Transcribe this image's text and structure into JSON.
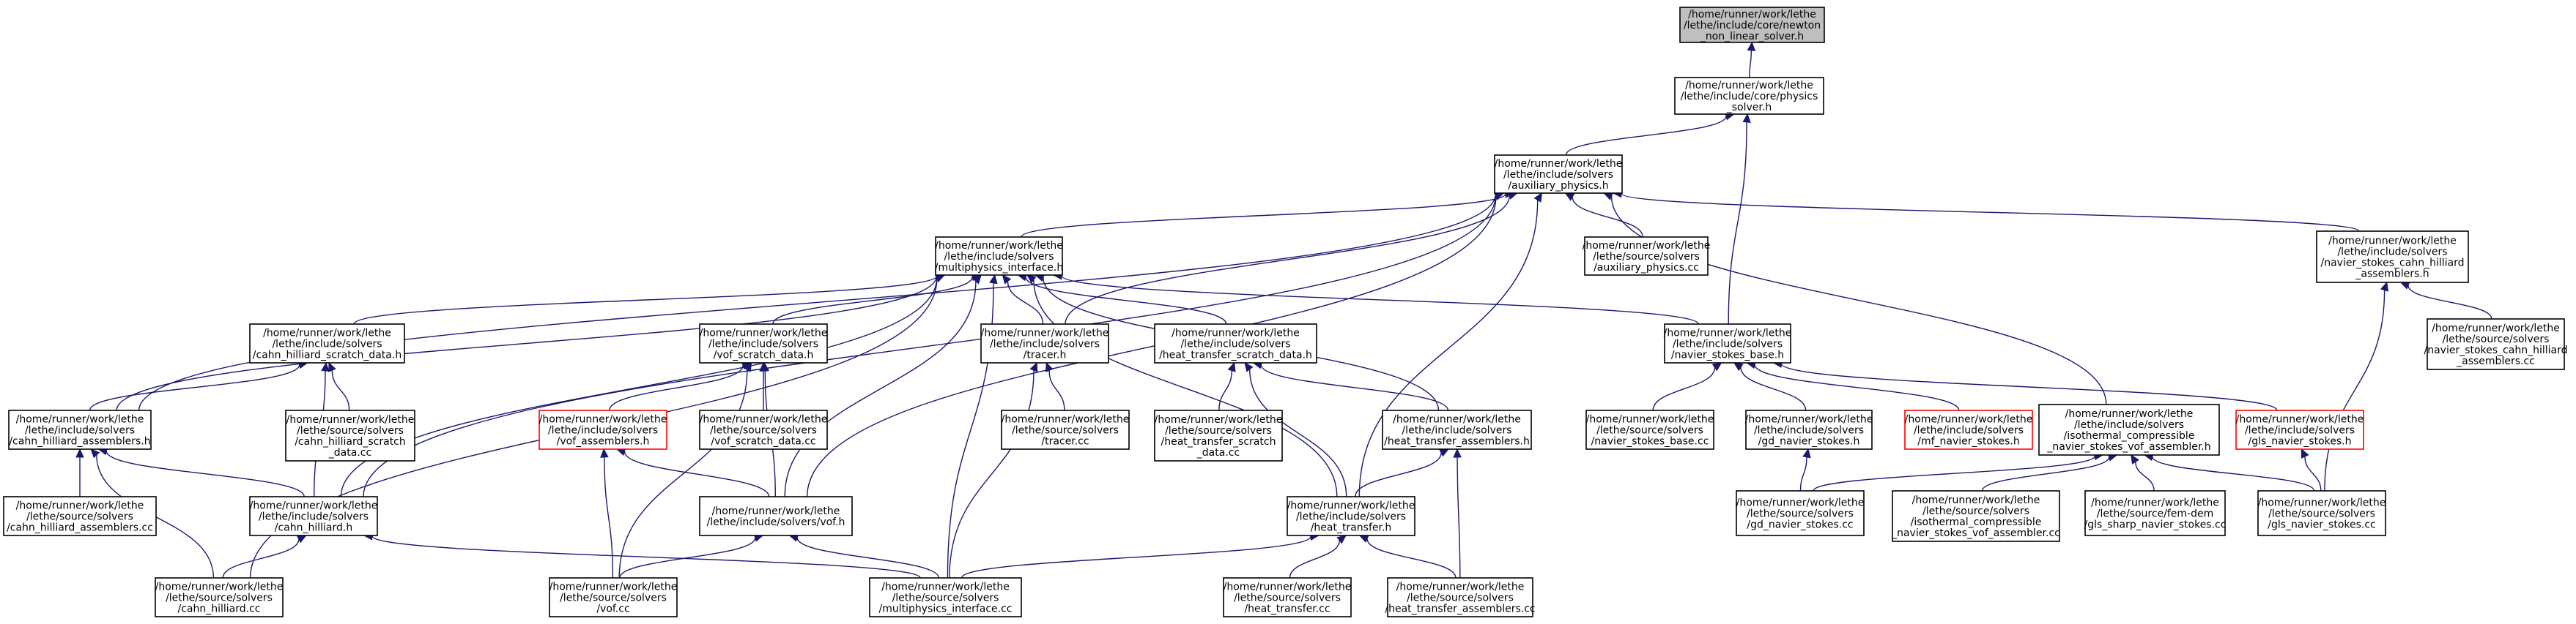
{
  "colors": {
    "edge": "#191970",
    "node_border": "#000000",
    "node_border_incomplete": "#ff0000",
    "root_fill": "#bfbfbf",
    "node_fill": "#ffffff"
  },
  "nodes": [
    {
      "id": "newton",
      "lines": [
        "/home/runner/work/lethe",
        "/lethe/include/core/newton",
        "_non_linear_solver.h"
      ],
      "root": true
    },
    {
      "id": "physics_solver",
      "lines": [
        "/home/runner/work/lethe",
        "/lethe/include/core/physics",
        "_solver.h"
      ]
    },
    {
      "id": "auxiliary_physics_h",
      "lines": [
        "/home/runner/work/lethe",
        "/lethe/include/solvers",
        "/auxiliary_physics.h"
      ]
    },
    {
      "id": "multiphysics_interface_h",
      "lines": [
        "/home/runner/work/lethe",
        "/lethe/include/solvers",
        "/multiphysics_interface.h"
      ]
    },
    {
      "id": "auxiliary_physics_cc",
      "lines": [
        "/home/runner/work/lethe",
        "/lethe/source/solvers",
        "/auxiliary_physics.cc"
      ]
    },
    {
      "id": "nsch_assemblers_h",
      "lines": [
        "/home/runner/work/lethe",
        "/lethe/include/solvers",
        "/navier_stokes_cahn_hilliard",
        "_assemblers.h"
      ]
    },
    {
      "id": "nsch_assemblers_cc",
      "lines": [
        "/home/runner/work/lethe",
        "/lethe/source/solvers",
        "/navier_stokes_cahn_hilliard",
        "_assemblers.cc"
      ]
    },
    {
      "id": "ch_scratch_data_h",
      "lines": [
        "/home/runner/work/lethe",
        "/lethe/include/solvers",
        "/cahn_hilliard_scratch_data.h"
      ]
    },
    {
      "id": "vof_scratch_data_h",
      "lines": [
        "/home/runner/work/lethe",
        "/lethe/include/solvers",
        "/vof_scratch_data.h"
      ]
    },
    {
      "id": "tracer_h",
      "lines": [
        "/home/runner/work/lethe",
        "/lethe/include/solvers",
        "/tracer.h"
      ]
    },
    {
      "id": "ht_scratch_data_h",
      "lines": [
        "/home/runner/work/lethe",
        "/lethe/include/solvers",
        "/heat_transfer_scratch_data.h"
      ]
    },
    {
      "id": "ns_base_h",
      "lines": [
        "/home/runner/work/lethe",
        "/lethe/include/solvers",
        "/navier_stokes_base.h"
      ]
    },
    {
      "id": "ch_assemblers_h",
      "lines": [
        "/home/runner/work/lethe",
        "/lethe/include/solvers",
        "/cahn_hilliard_assemblers.h"
      ]
    },
    {
      "id": "ch_scratch_data_cc",
      "lines": [
        "/home/runner/work/lethe",
        "/lethe/source/solvers",
        "/cahn_hilliard_scratch",
        "_data.cc"
      ]
    },
    {
      "id": "vof_assemblers_h",
      "lines": [
        "/home/runner/work/lethe",
        "/lethe/include/solvers",
        "/vof_assemblers.h"
      ],
      "incomplete": true
    },
    {
      "id": "vof_scratch_data_cc",
      "lines": [
        "/home/runner/work/lethe",
        "/lethe/source/solvers",
        "/vof_scratch_data.cc"
      ]
    },
    {
      "id": "tracer_cc",
      "lines": [
        "/home/runner/work/lethe",
        "/lethe/source/solvers",
        "/tracer.cc"
      ]
    },
    {
      "id": "ht_scratch_data_cc",
      "lines": [
        "/home/runner/work/lethe",
        "/lethe/source/solvers",
        "/heat_transfer_scratch",
        "_data.cc"
      ]
    },
    {
      "id": "ht_assemblers_h",
      "lines": [
        "/home/runner/work/lethe",
        "/lethe/include/solvers",
        "/heat_transfer_assemblers.h"
      ]
    },
    {
      "id": "ns_base_cc",
      "lines": [
        "/home/runner/work/lethe",
        "/lethe/source/solvers",
        "/navier_stokes_base.cc"
      ]
    },
    {
      "id": "gd_ns_h",
      "lines": [
        "/home/runner/work/lethe",
        "/lethe/include/solvers",
        "/gd_navier_stokes.h"
      ]
    },
    {
      "id": "mf_ns_h",
      "lines": [
        "/home/runner/work/lethe",
        "/lethe/include/solvers",
        "/mf_navier_stokes.h"
      ],
      "incomplete": true
    },
    {
      "id": "iso_vof_h",
      "lines": [
        "/home/runner/work/lethe",
        "/lethe/include/solvers",
        "/isothermal_compressible",
        "_navier_stokes_vof_assembler.h"
      ]
    },
    {
      "id": "gls_ns_h",
      "lines": [
        "/home/runner/work/lethe",
        "/lethe/include/solvers",
        "/gls_navier_stokes.h"
      ],
      "incomplete": true
    },
    {
      "id": "ch_assemblers_cc",
      "lines": [
        "/home/runner/work/lethe",
        "/lethe/source/solvers",
        "/cahn_hilliard_assemblers.cc"
      ]
    },
    {
      "id": "ch_h",
      "lines": [
        "/home/runner/work/lethe",
        "/lethe/include/solvers",
        "/cahn_hilliard.h"
      ]
    },
    {
      "id": "vof_h",
      "lines": [
        "/home/runner/work/lethe",
        "/lethe/include/solvers/vof.h"
      ]
    },
    {
      "id": "ht_h",
      "lines": [
        "/home/runner/work/lethe",
        "/lethe/include/solvers",
        "/heat_transfer.h"
      ]
    },
    {
      "id": "gd_ns_cc",
      "lines": [
        "/home/runner/work/lethe",
        "/lethe/source/solvers",
        "/gd_navier_stokes.cc"
      ]
    },
    {
      "id": "iso_vof_cc",
      "lines": [
        "/home/runner/work/lethe",
        "/lethe/source/solvers",
        "/isothermal_compressible",
        "_navier_stokes_vof_assembler.cc"
      ]
    },
    {
      "id": "gls_sharp_cc",
      "lines": [
        "/home/runner/work/lethe",
        "/lethe/source/fem-dem",
        "/gls_sharp_navier_stokes.cc"
      ]
    },
    {
      "id": "gls_ns_cc",
      "lines": [
        "/home/runner/work/lethe",
        "/lethe/source/solvers",
        "/gls_navier_stokes.cc"
      ]
    },
    {
      "id": "ch_cc",
      "lines": [
        "/home/runner/work/lethe",
        "/lethe/source/solvers",
        "/cahn_hilliard.cc"
      ]
    },
    {
      "id": "vof_cc",
      "lines": [
        "/home/runner/work/lethe",
        "/lethe/source/solvers",
        "/vof.cc"
      ]
    },
    {
      "id": "mpi_cc",
      "lines": [
        "/home/runner/work/lethe",
        "/lethe/source/solvers",
        "/multiphysics_interface.cc"
      ]
    },
    {
      "id": "ht_cc",
      "lines": [
        "/home/runner/work/lethe",
        "/lethe/source/solvers",
        "/heat_transfer.cc"
      ]
    },
    {
      "id": "ht_assemblers_cc",
      "lines": [
        "/home/runner/work/lethe",
        "/lethe/source/solvers",
        "/heat_transfer_assemblers.cc"
      ]
    }
  ],
  "edges": [
    [
      "newton",
      "physics_solver"
    ],
    [
      "physics_solver",
      "auxiliary_physics_h"
    ],
    [
      "physics_solver",
      "ns_base_h"
    ],
    [
      "auxiliary_physics_h",
      "multiphysics_interface_h"
    ],
    [
      "auxiliary_physics_h",
      "auxiliary_physics_cc"
    ],
    [
      "auxiliary_physics_h",
      "nsch_assemblers_h"
    ],
    [
      "auxiliary_physics_h",
      "ch_assemblers_h"
    ],
    [
      "auxiliary_physics_h",
      "ch_h"
    ],
    [
      "auxiliary_physics_h",
      "vof_h"
    ],
    [
      "auxiliary_physics_h",
      "tracer_h"
    ],
    [
      "auxiliary_physics_h",
      "ht_h"
    ],
    [
      "auxiliary_physics_h",
      "iso_vof_h"
    ],
    [
      "nsch_assemblers_h",
      "nsch_assemblers_cc"
    ],
    [
      "nsch_assemblers_h",
      "gls_ns_cc"
    ],
    [
      "multiphysics_interface_h",
      "ch_scratch_data_h"
    ],
    [
      "multiphysics_interface_h",
      "vof_scratch_data_h"
    ],
    [
      "multiphysics_interface_h",
      "tracer_h"
    ],
    [
      "multiphysics_interface_h",
      "ht_scratch_data_h"
    ],
    [
      "multiphysics_interface_h",
      "ns_base_h"
    ],
    [
      "multiphysics_interface_h",
      "ch_assemblers_h"
    ],
    [
      "multiphysics_interface_h",
      "ch_h"
    ],
    [
      "multiphysics_interface_h",
      "ch_cc"
    ],
    [
      "multiphysics_interface_h",
      "vof_h"
    ],
    [
      "multiphysics_interface_h",
      "mpi_cc"
    ],
    [
      "multiphysics_interface_h",
      "ht_h"
    ],
    [
      "multiphysics_interface_h",
      "ht_assemblers_h"
    ],
    [
      "ch_scratch_data_h",
      "ch_assemblers_h"
    ],
    [
      "ch_scratch_data_h",
      "ch_scratch_data_cc"
    ],
    [
      "ch_scratch_data_h",
      "ch_h"
    ],
    [
      "vof_scratch_data_h",
      "vof_assemblers_h"
    ],
    [
      "vof_scratch_data_h",
      "vof_scratch_data_cc"
    ],
    [
      "vof_scratch_data_h",
      "vof_h"
    ],
    [
      "vof_scratch_data_h",
      "vof_cc"
    ],
    [
      "tracer_h",
      "tracer_cc"
    ],
    [
      "tracer_h",
      "mpi_cc"
    ],
    [
      "ht_scratch_data_h",
      "ht_scratch_data_cc"
    ],
    [
      "ht_scratch_data_h",
      "ht_assemblers_h"
    ],
    [
      "ht_scratch_data_h",
      "ht_h"
    ],
    [
      "ns_base_h",
      "ns_base_cc"
    ],
    [
      "ns_base_h",
      "gd_ns_h"
    ],
    [
      "ns_base_h",
      "mf_ns_h"
    ],
    [
      "ns_base_h",
      "gls_ns_h"
    ],
    [
      "ch_assemblers_h",
      "ch_assemblers_cc"
    ],
    [
      "ch_assemblers_h",
      "ch_h"
    ],
    [
      "ch_assemblers_h",
      "ch_cc"
    ],
    [
      "vof_assemblers_h",
      "vof_h"
    ],
    [
      "vof_assemblers_h",
      "vof_cc"
    ],
    [
      "ht_assemblers_h",
      "ht_h"
    ],
    [
      "ht_assemblers_h",
      "ht_assemblers_cc"
    ],
    [
      "gd_ns_h",
      "gd_ns_cc"
    ],
    [
      "iso_vof_h",
      "gd_ns_cc"
    ],
    [
      "iso_vof_h",
      "iso_vof_cc"
    ],
    [
      "iso_vof_h",
      "gls_sharp_cc"
    ],
    [
      "iso_vof_h",
      "gls_ns_cc"
    ],
    [
      "gls_ns_h",
      "gls_ns_cc"
    ],
    [
      "ch_h",
      "ch_cc"
    ],
    [
      "ch_h",
      "mpi_cc"
    ],
    [
      "vof_h",
      "vof_cc"
    ],
    [
      "vof_h",
      "mpi_cc"
    ],
    [
      "ht_h",
      "mpi_cc"
    ],
    [
      "ht_h",
      "ht_cc"
    ],
    [
      "ht_h",
      "ht_assemblers_cc"
    ]
  ]
}
